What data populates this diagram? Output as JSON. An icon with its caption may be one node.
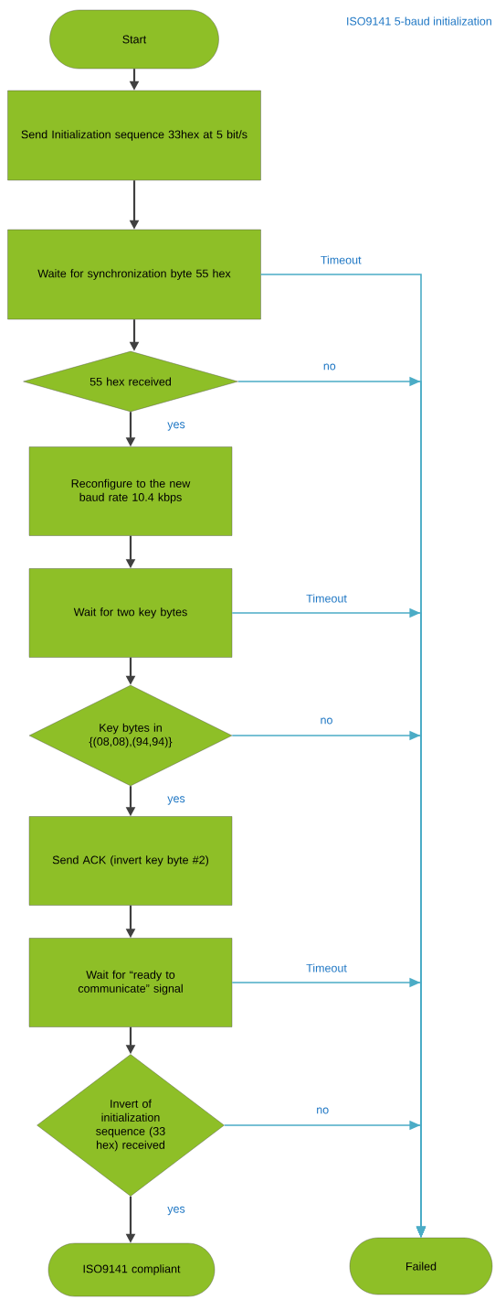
{
  "diagram": {
    "title": "ISO9141 5-baud initialization",
    "nodes": [
      {
        "text": [
          "Start"
        ]
      },
      {
        "text": [
          "Send Initialization sequence 33hex at 5 bit/s"
        ]
      },
      {
        "text": [
          "Waite for synchronization byte 55 hex"
        ]
      },
      {
        "text": [
          "55 hex received"
        ]
      },
      {
        "text": [
          "Reconfigure to the new baud rate 10.4 kbps"
        ]
      },
      {
        "text": [
          "Wait for two key bytes"
        ]
      },
      {
        "text": [
          "Key bytes in {(08,08),(94,94)}"
        ]
      },
      {
        "text": [
          "Send ACK (invert key byte #2)"
        ]
      },
      {
        "text": [
          "Wait for “ready to communicate” signal"
        ]
      },
      {
        "text": [
          "Invert of initialization sequence (33 hex) received"
        ]
      },
      {
        "text": [
          "ISO9141 compliant"
        ]
      },
      {
        "text": [
          "Failed"
        ]
      }
    ],
    "edges": [
      {
        "from": 0,
        "to": 1,
        "arrow": "to"
      },
      {
        "from": 1,
        "to": 2,
        "arrow": "to"
      },
      {
        "from": 2,
        "to": 3,
        "arrow": "to"
      },
      {
        "from": 3,
        "to": 4,
        "arrow": "to",
        "label": "yes"
      },
      {
        "from": 4,
        "to": 5,
        "arrow": "to"
      },
      {
        "from": 5,
        "to": 6,
        "arrow": "to"
      },
      {
        "from": 6,
        "to": 7,
        "arrow": "to",
        "label": "yes"
      },
      {
        "from": 7,
        "to": 8,
        "arrow": "to"
      },
      {
        "from": 8,
        "to": 9,
        "arrow": "to"
      },
      {
        "from": 9,
        "to": 10,
        "arrow": "to",
        "label": "yes"
      },
      {
        "from": 2,
        "to": 11,
        "arrow": "to",
        "label": "Timeout",
        "color": "#4bacc6"
      },
      {
        "from": 3,
        "to": 11,
        "arrow": "to",
        "label": "no",
        "color": "#4bacc6"
      },
      {
        "from": 5,
        "to": 11,
        "arrow": "to",
        "label": "Timeout",
        "color": "#4bacc6"
      },
      {
        "from": 6,
        "to": 11,
        "arrow": "to",
        "label": "no",
        "color": "#4bacc6"
      },
      {
        "from": 8,
        "to": 11,
        "arrow": "to",
        "label": "Timeout",
        "color": "#4bacc6"
      },
      {
        "from": 9,
        "to": 11,
        "arrow": "to",
        "label": "no",
        "color": "#4bacc6"
      }
    ]
  }
}
